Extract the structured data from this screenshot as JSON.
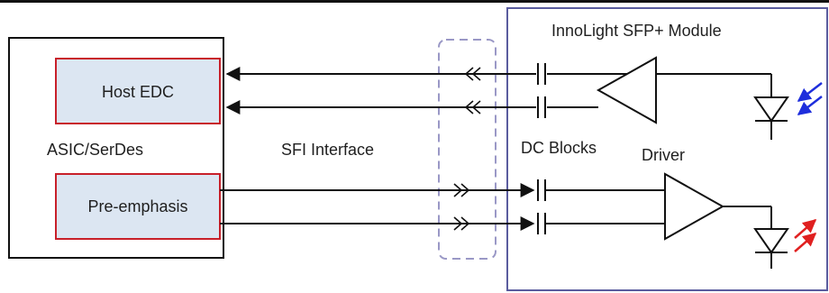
{
  "diagram": {
    "module_title": "InnoLight SFP+ Module",
    "asic_label": "ASIC/SerDes",
    "host_edc_label": "Host EDC",
    "pre_emphasis_label": "Pre-emphasis",
    "sfi_label": "SFI Interface",
    "dc_blocks_label": "DC Blocks",
    "driver_label": "Driver"
  },
  "colors": {
    "frame_black": "#111111",
    "module_border": "#5A5C9E",
    "box_red_border": "#C8202A",
    "box_fill": "#DCE6F2",
    "dashed_border": "#9A98C6",
    "laser_red": "#E02020",
    "photo_blue": "#1E2EDC"
  }
}
